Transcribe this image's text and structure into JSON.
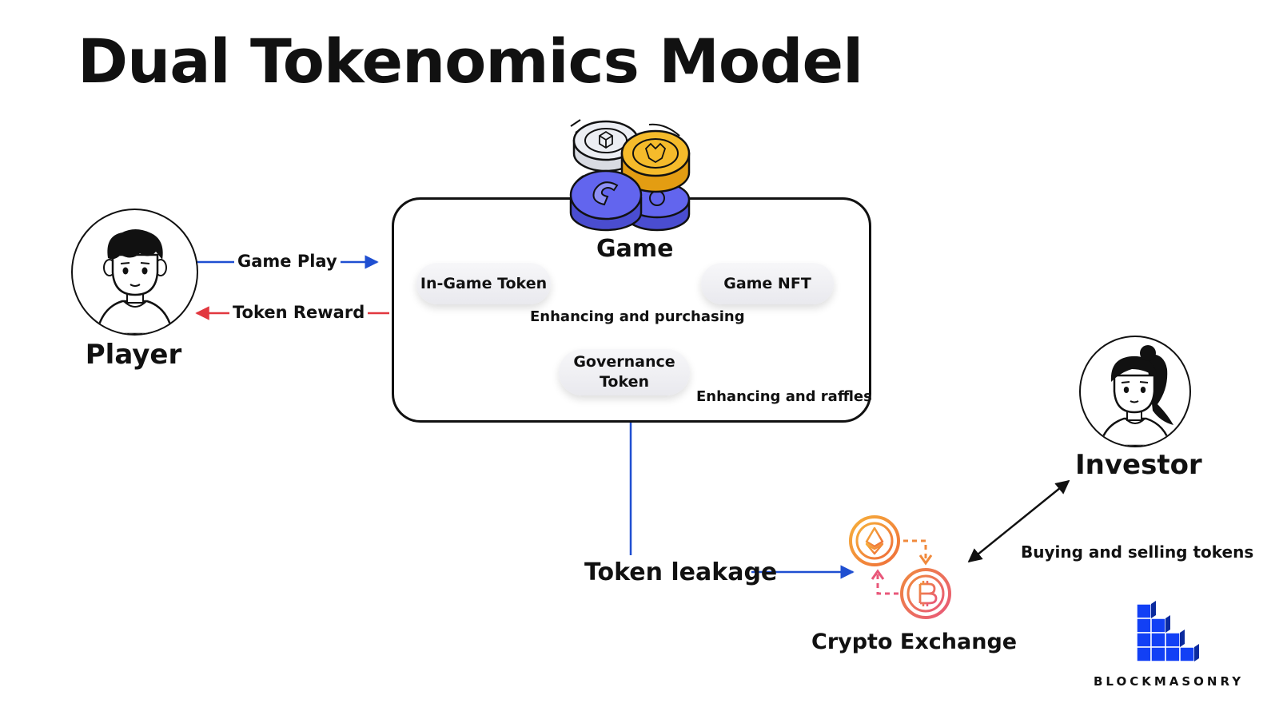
{
  "title": "Dual Tokenomics Model",
  "actors": {
    "player": "Player",
    "investor": "Investor"
  },
  "flows": {
    "game_play": "Game Play",
    "token_reward": "Token Reward",
    "token_leakage": "Token leakage",
    "buying_selling": "Buying and selling tokens"
  },
  "game": {
    "label": "Game",
    "in_game_token": "In-Game Token",
    "game_nft": "Game NFT",
    "governance_token_line1": "Governance",
    "governance_token_line2": "Token",
    "enhancing_purchasing": "Enhancing and purchasing",
    "enhancing_raffles": "Enhancing and raffles"
  },
  "exchange": {
    "label": "Crypto Exchange"
  },
  "logo": {
    "text": "BLOCKMASONRY"
  },
  "colors": {
    "blue_arrow": "#1f4fd1",
    "red_arrow": "#e2373f",
    "coin_purple": "#5a5ce8",
    "coin_gold": "#f2b11e",
    "exchange_orange": "#f08a3c",
    "exchange_pink": "#e8577a",
    "logo_blue": "#1240f5"
  },
  "icons": [
    "player-avatar-icon",
    "investor-avatar-icon",
    "coins-icon",
    "ethereum-icon",
    "bitcoin-icon",
    "blockmasonry-logo-icon"
  ]
}
